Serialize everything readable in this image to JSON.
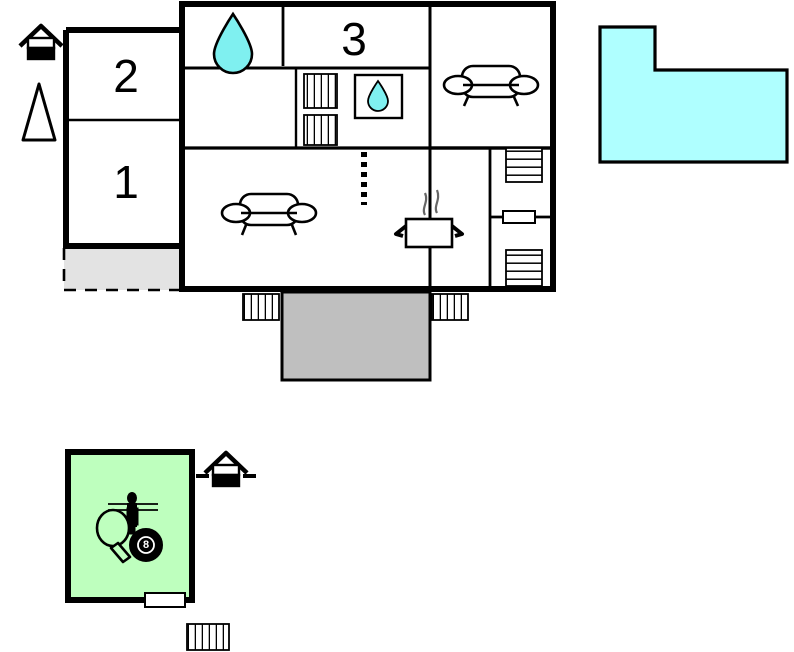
{
  "plan": {
    "title": "Holiday house floor plan",
    "background_color": "#ffffff",
    "wall_color": "#000000",
    "colors": {
      "pool_fill": "#AFFFFF",
      "pool_stroke": "#000000",
      "game_room_fill": "#BEFFBE",
      "terrace_fill": "#BFBFBF",
      "porch_fill": "#E3E3E3",
      "water_drop_fill": "#7FF0F0",
      "wall": "#000000",
      "line": "#000000"
    }
  },
  "main_building": {
    "name": "main-building",
    "bedrooms": [
      {
        "id": "bedroom-2",
        "label": "2"
      },
      {
        "id": "bedroom-1",
        "label": "1"
      },
      {
        "id": "bedroom-3",
        "label": "3"
      }
    ],
    "rooms": [
      {
        "id": "bathroom-upper-left",
        "name": "bathroom",
        "icon": "water-drop-icon",
        "icon_label": "water-drop"
      },
      {
        "id": "bedroom-3-room",
        "name": "bedroom",
        "label": "3"
      },
      {
        "id": "lounge-upper-right",
        "name": "lounge",
        "icon": "sofa-icon",
        "icon_label": "sofa"
      },
      {
        "id": "hallway-middle",
        "name": "hallway",
        "icon": null
      },
      {
        "id": "wc-small",
        "name": "toilet",
        "icon": "water-drop-icon",
        "icon_label": "water-drop-small"
      },
      {
        "id": "living-room",
        "name": "living-room",
        "icons": [
          "sofa-icon",
          "cooking-pot-icon",
          "dashed-partition"
        ]
      },
      {
        "id": "utility-right",
        "name": "utility",
        "icons": [
          "stairs-icon-top",
          "door-icon",
          "stairs-icon-bottom"
        ]
      }
    ],
    "radiators": [
      {
        "id": "radiator-hall-upper",
        "orientation": "vertical-bars"
      },
      {
        "id": "radiator-hall-lower",
        "orientation": "vertical-bars"
      },
      {
        "id": "radiator-terrace-left",
        "orientation": "vertical-bars"
      },
      {
        "id": "radiator-terrace-right",
        "orientation": "vertical-bars"
      }
    ],
    "terrace": {
      "id": "terrace",
      "name": "terrace",
      "fill": "#BFBFBF"
    },
    "porch": {
      "id": "porch",
      "name": "covered-porch",
      "fill": "#E3E3E3",
      "border": "dashed"
    }
  },
  "annex": {
    "name": "game-room-annex",
    "fill": "#BEFFBE",
    "icons": [
      {
        "id": "foosball-icon",
        "label": "foosball-table"
      },
      {
        "id": "table-tennis-icon",
        "label": "table-tennis-paddle"
      },
      {
        "id": "billiard-ball-icon",
        "label": "eight-ball",
        "number": "8"
      }
    ],
    "door": {
      "id": "annex-door",
      "label": "door"
    },
    "radiator": {
      "id": "annex-radiator",
      "label": "radiator"
    }
  },
  "pool": {
    "id": "swimming-pool",
    "name": "swimming-pool",
    "fill": "#AFFFFF",
    "shape": "L-shape"
  },
  "legend": {
    "items": [
      {
        "id": "entrance-house-icon-main",
        "label": "entrance-house"
      },
      {
        "id": "tree-triangle-icon",
        "label": "tree"
      },
      {
        "id": "entrance-house-icon-annex",
        "label": "entrance-house-annex"
      }
    ]
  }
}
